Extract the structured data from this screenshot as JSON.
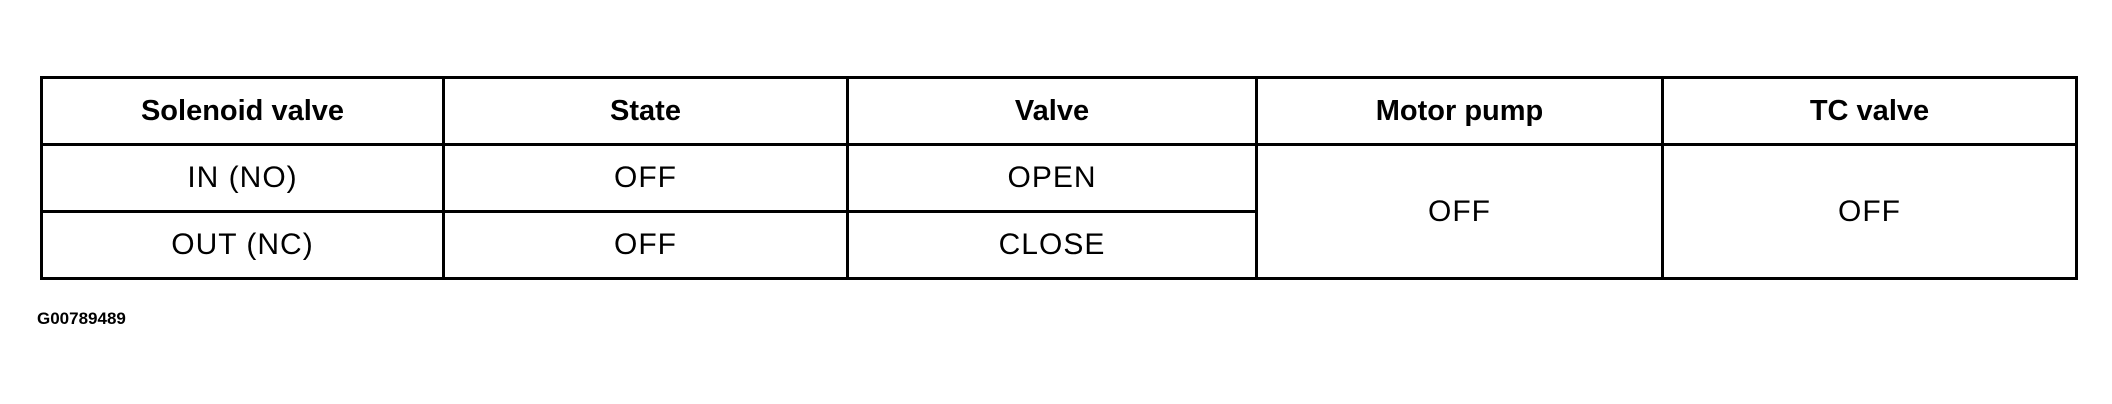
{
  "table": {
    "headers": [
      "Solenoid valve",
      "State",
      "Valve",
      "Motor pump",
      "TC valve"
    ],
    "rows": [
      {
        "solenoid_valve": "IN (NO)",
        "state": "OFF",
        "valve": "OPEN"
      },
      {
        "solenoid_valve": "OUT (NC)",
        "state": "OFF",
        "valve": "CLOSE"
      }
    ],
    "merged": {
      "motor_pump": "OFF",
      "tc_valve": "OFF"
    }
  },
  "caption": {
    "figure_id": "G00789489"
  }
}
